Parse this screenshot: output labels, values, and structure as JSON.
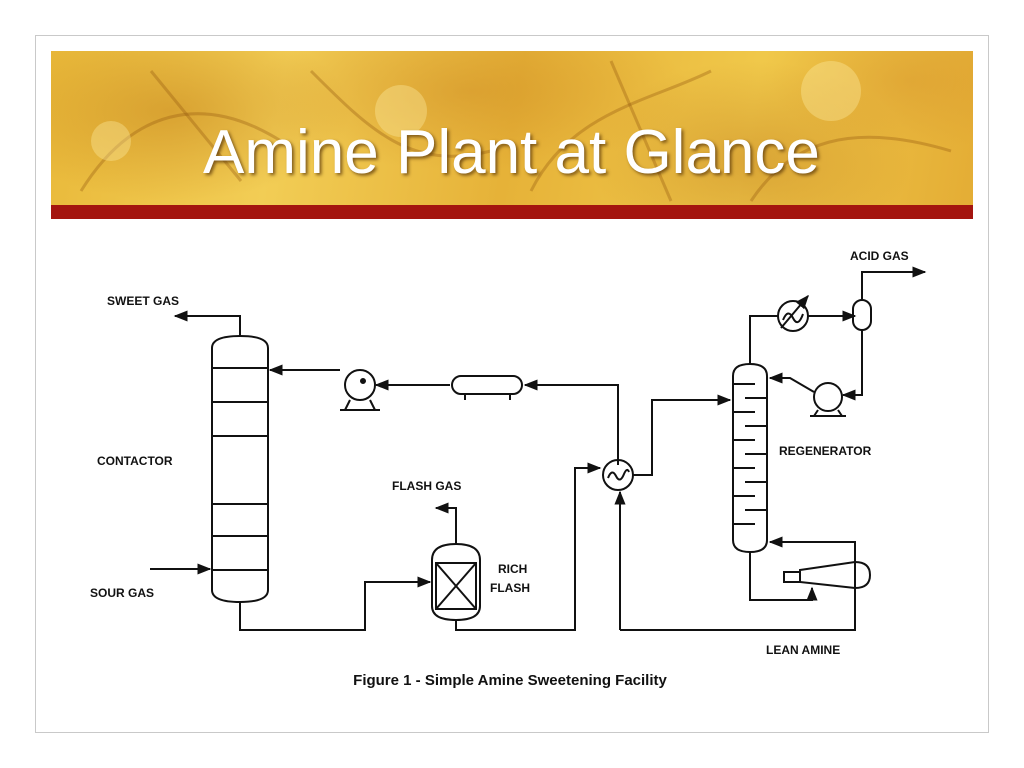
{
  "slide": {
    "title": "Amine Plant at Glance",
    "accent_color": "#a4150f",
    "title_color": "#ffffff"
  },
  "diagram": {
    "labels": {
      "sweet_gas": "SWEET GAS",
      "contactor": "CONTACTOR",
      "sour_gas": "SOUR GAS",
      "flash_gas": "FLASH GAS",
      "rich_flash_line1": "RICH",
      "rich_flash_line2": "FLASH",
      "acid_gas": "ACID GAS",
      "regenerator": "REGENERATOR",
      "lean_amine": "LEAN AMINE"
    },
    "caption": "Figure 1 - Simple Amine Sweetening Facility"
  }
}
